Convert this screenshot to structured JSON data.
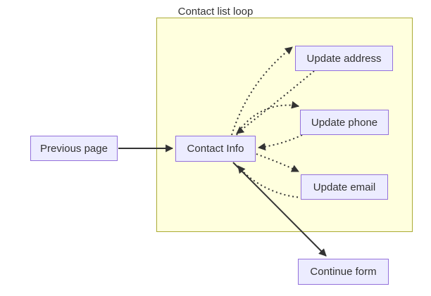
{
  "diagram": {
    "type": "flowchart",
    "cluster": {
      "title": "Contact list loop"
    },
    "nodes": {
      "previous_page": {
        "label": "Previous page"
      },
      "contact_info": {
        "label": "Contact Info"
      },
      "update_address": {
        "label": "Update address"
      },
      "update_phone": {
        "label": "Update phone"
      },
      "update_email": {
        "label": "Update email"
      },
      "continue_form": {
        "label": "Continue form"
      }
    },
    "edges": [
      {
        "from": "previous_page",
        "to": "contact_info",
        "style": "solid"
      },
      {
        "from": "contact_info",
        "to": "update_address",
        "style": "dotted"
      },
      {
        "from": "update_address",
        "to": "contact_info",
        "style": "dotted"
      },
      {
        "from": "contact_info",
        "to": "update_phone",
        "style": "dotted"
      },
      {
        "from": "update_phone",
        "to": "contact_info",
        "style": "dotted"
      },
      {
        "from": "contact_info",
        "to": "update_email",
        "style": "dotted"
      },
      {
        "from": "update_email",
        "to": "contact_info",
        "style": "dotted"
      },
      {
        "from": "contact_info",
        "to": "continue_form",
        "style": "solid"
      }
    ],
    "colors": {
      "node_fill": "#ececff",
      "node_border": "#9370db",
      "cluster_fill": "#ffffde",
      "cluster_border": "#aaaa33",
      "edge": "#333333",
      "text": "#333333"
    }
  }
}
